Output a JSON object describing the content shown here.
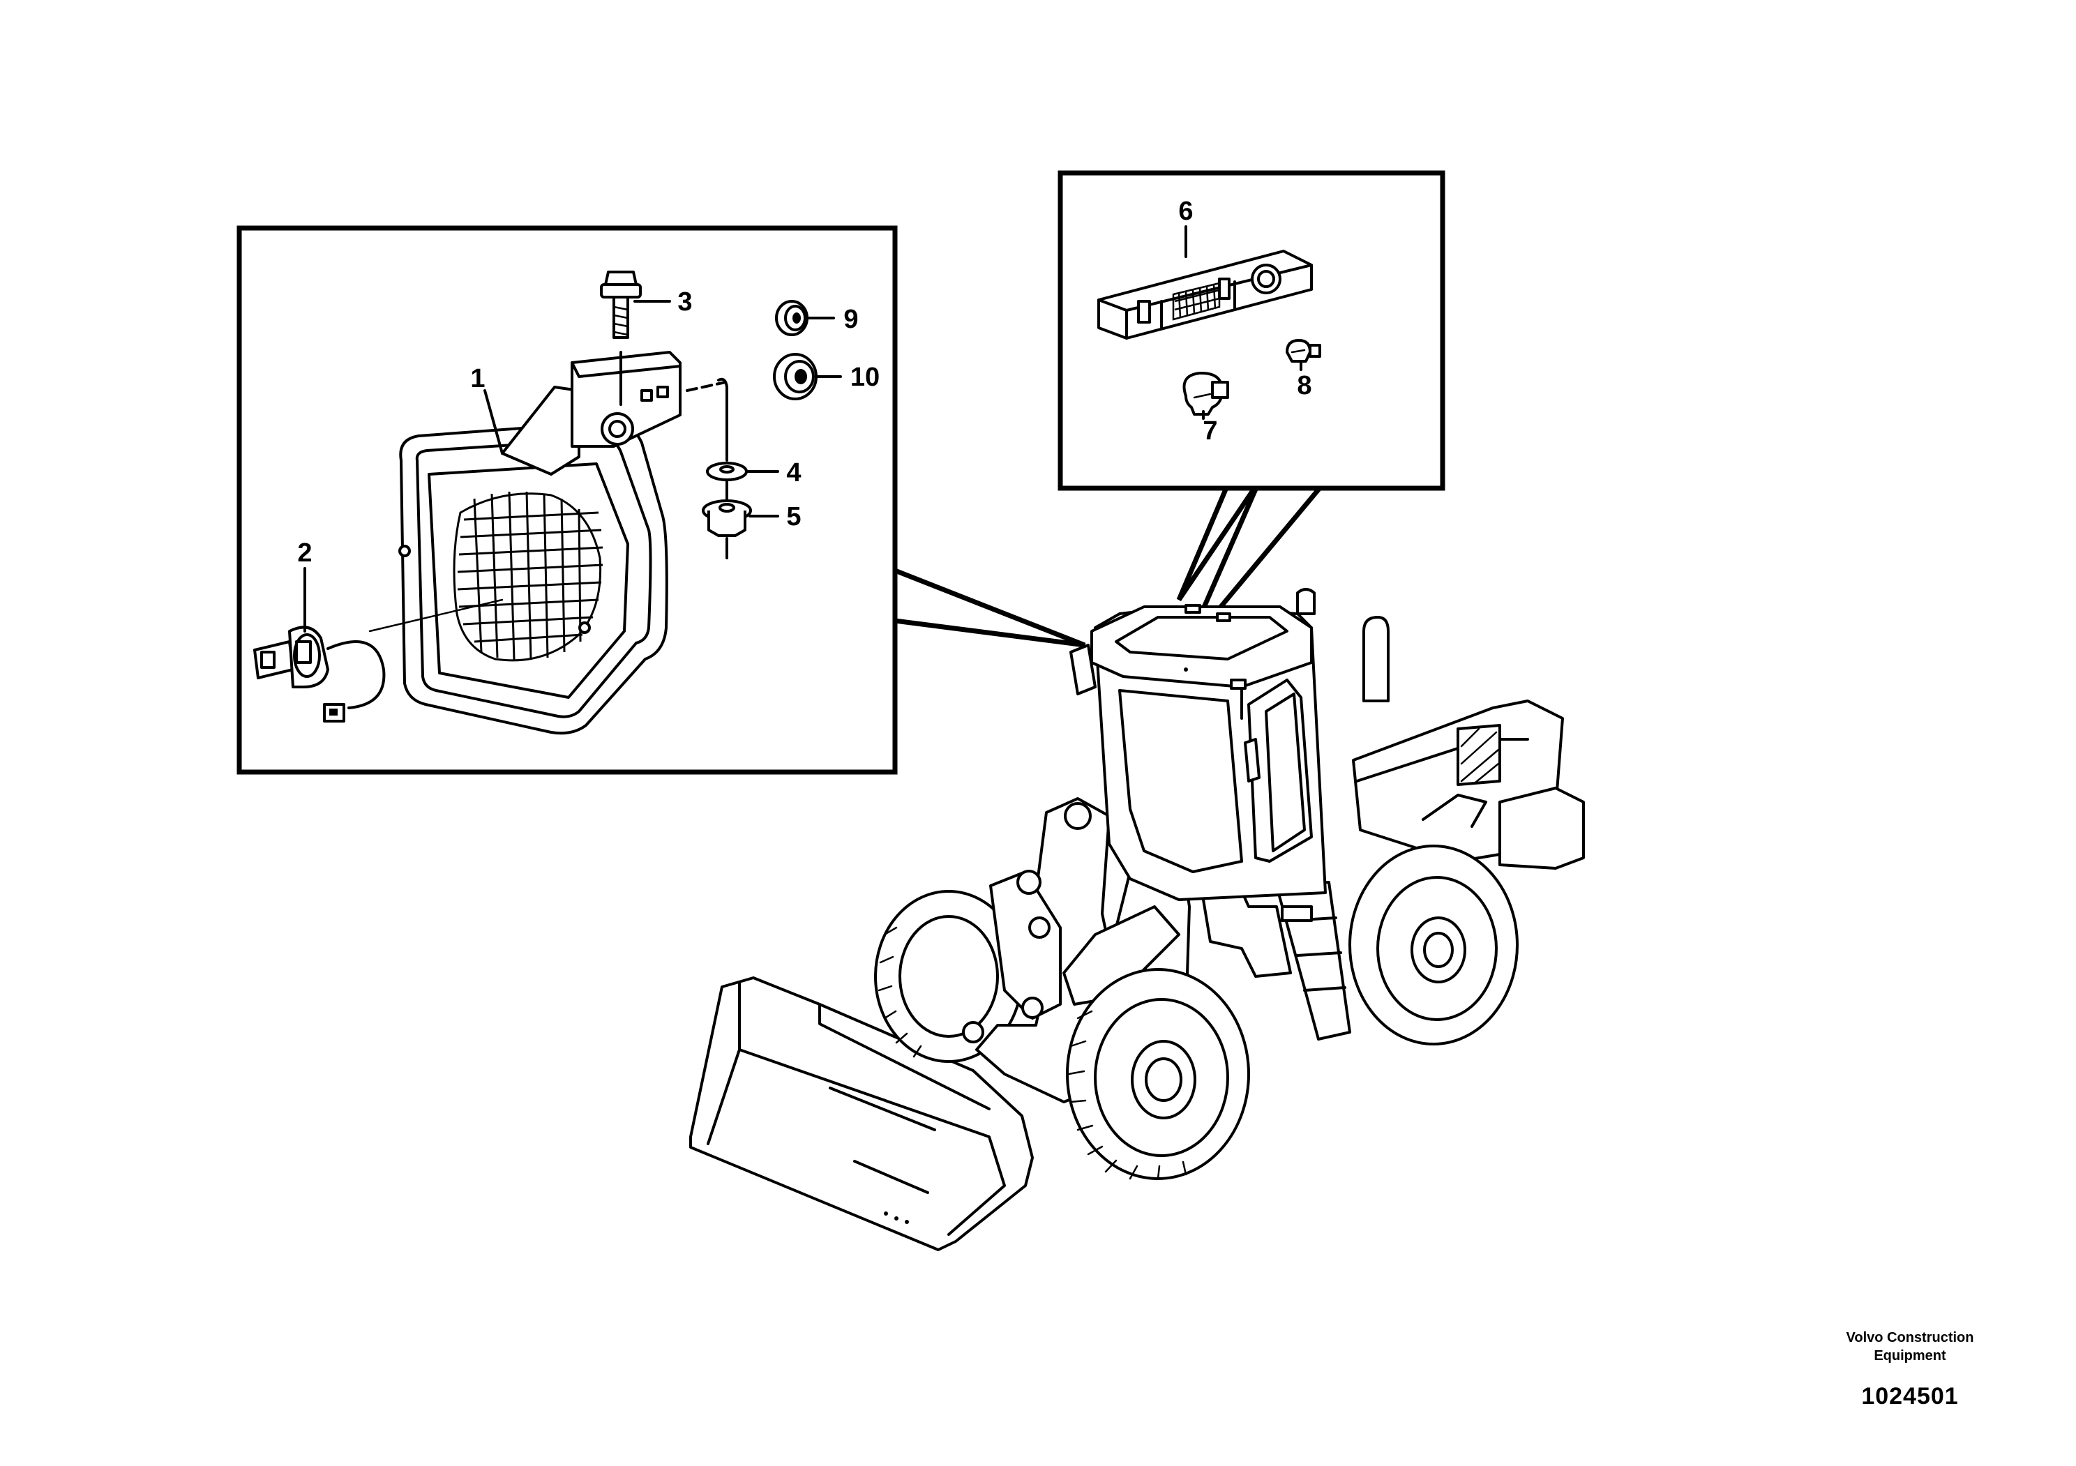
{
  "callouts": {
    "c1": "1",
    "c2": "2",
    "c3": "3",
    "c4": "4",
    "c5": "5",
    "c6": "6",
    "c7": "7",
    "c8": "8",
    "c9": "9",
    "c10": "10"
  },
  "footer": {
    "manufacturer_line1": "Volvo Construction",
    "manufacturer_line2": "Equipment",
    "drawing_number": "1024501"
  }
}
